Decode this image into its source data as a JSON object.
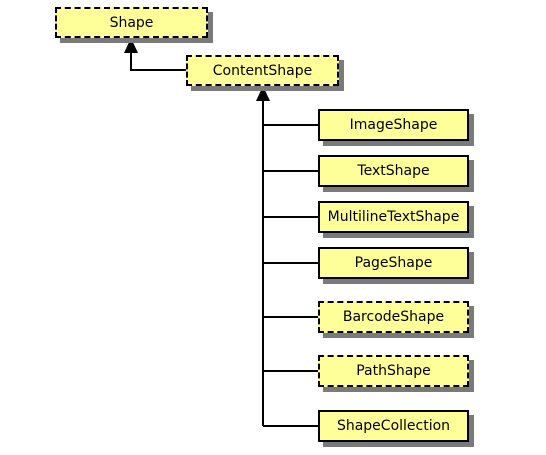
{
  "diagram": {
    "type": "class-hierarchy",
    "colors": {
      "box_fill": "#ffff99",
      "border": "#000000",
      "shadow": "#7a7a7a"
    },
    "nodes": {
      "shape": {
        "label": "Shape",
        "border": "dashed"
      },
      "content_shape": {
        "label": "ContentShape",
        "border": "dashed"
      },
      "image_shape": {
        "label": "ImageShape",
        "border": "solid"
      },
      "text_shape": {
        "label": "TextShape",
        "border": "solid"
      },
      "multiline_text_shape": {
        "label": "MultilineTextShape",
        "border": "solid"
      },
      "page_shape": {
        "label": "PageShape",
        "border": "solid"
      },
      "barcode_shape": {
        "label": "BarcodeShape",
        "border": "dashed"
      },
      "path_shape": {
        "label": "PathShape",
        "border": "dashed"
      },
      "shape_collection": {
        "label": "ShapeCollection",
        "border": "solid"
      }
    },
    "edges": [
      {
        "from": "content_shape",
        "to": "shape",
        "relation": "inherits"
      },
      {
        "from": "image_shape",
        "to": "content_shape",
        "relation": "inherits"
      },
      {
        "from": "text_shape",
        "to": "content_shape",
        "relation": "inherits"
      },
      {
        "from": "multiline_text_shape",
        "to": "content_shape",
        "relation": "inherits"
      },
      {
        "from": "page_shape",
        "to": "content_shape",
        "relation": "inherits"
      },
      {
        "from": "barcode_shape",
        "to": "content_shape",
        "relation": "inherits"
      },
      {
        "from": "path_shape",
        "to": "content_shape",
        "relation": "inherits"
      },
      {
        "from": "shape_collection",
        "to": "content_shape",
        "relation": "inherits"
      }
    ]
  }
}
